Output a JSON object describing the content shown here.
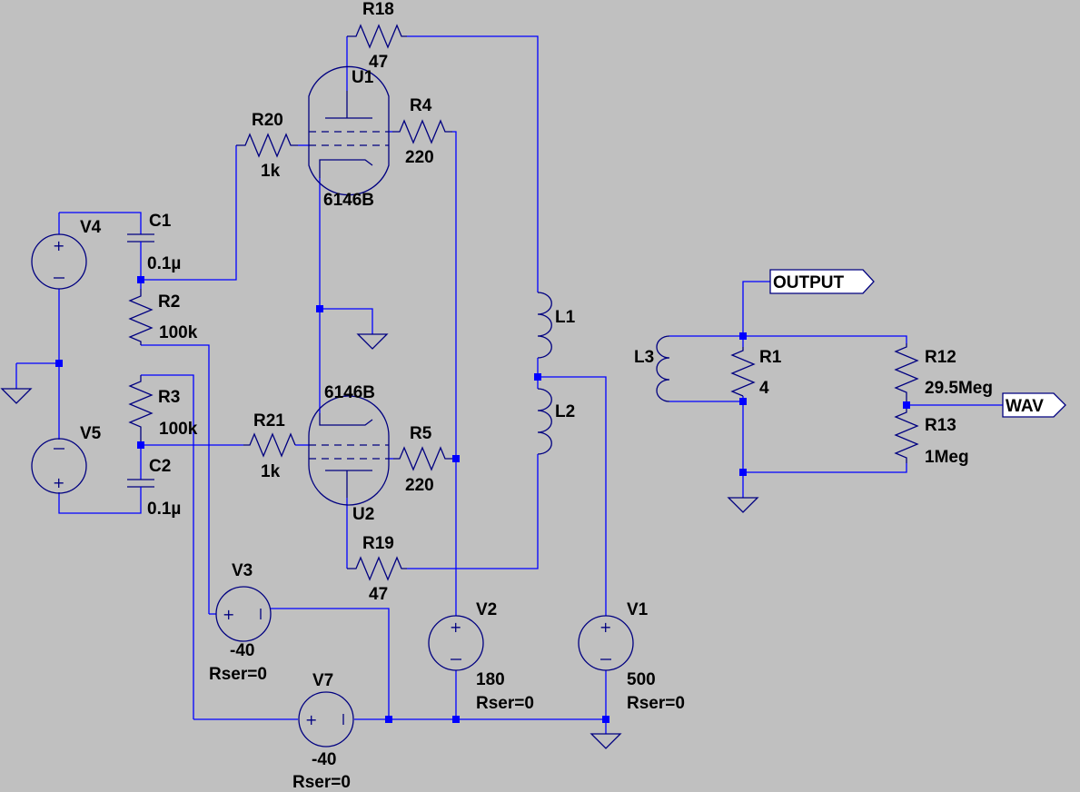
{
  "schematic": {
    "R18": {
      "name": "R18",
      "value": "47"
    },
    "R19": {
      "name": "R19",
      "value": "47"
    },
    "R20": {
      "name": "R20",
      "value": "1k"
    },
    "R21": {
      "name": "R21",
      "value": "1k"
    },
    "R4": {
      "name": "R4",
      "value": "220"
    },
    "R5": {
      "name": "R5",
      "value": "220"
    },
    "R2": {
      "name": "R2",
      "value": "100k"
    },
    "R3": {
      "name": "R3",
      "value": "100k"
    },
    "R1": {
      "name": "R1",
      "value": "4"
    },
    "R12": {
      "name": "R12",
      "value": "29.5Meg"
    },
    "R13": {
      "name": "R13",
      "value": "1Meg"
    },
    "C1": {
      "name": "C1",
      "value": "0.1µ"
    },
    "C2": {
      "name": "C2",
      "value": "0.1µ"
    },
    "U1": {
      "name": "U1",
      "value": "6146B"
    },
    "U2": {
      "name": "U2",
      "value": "6146B"
    },
    "L1": {
      "name": "L1"
    },
    "L2": {
      "name": "L2"
    },
    "L3": {
      "name": "L3"
    },
    "V1": {
      "name": "V1",
      "value": "500",
      "rser": "Rser=0"
    },
    "V2": {
      "name": "V2",
      "value": "180",
      "rser": "Rser=0"
    },
    "V3": {
      "name": "V3",
      "value": "-40",
      "rser": "Rser=0"
    },
    "V4": {
      "name": "V4"
    },
    "V5": {
      "name": "V5"
    },
    "V7": {
      "name": "V7",
      "value": "-40",
      "rser": "Rser=0"
    },
    "labels": {
      "output": "OUTPUT",
      "wav": "WAV"
    }
  }
}
